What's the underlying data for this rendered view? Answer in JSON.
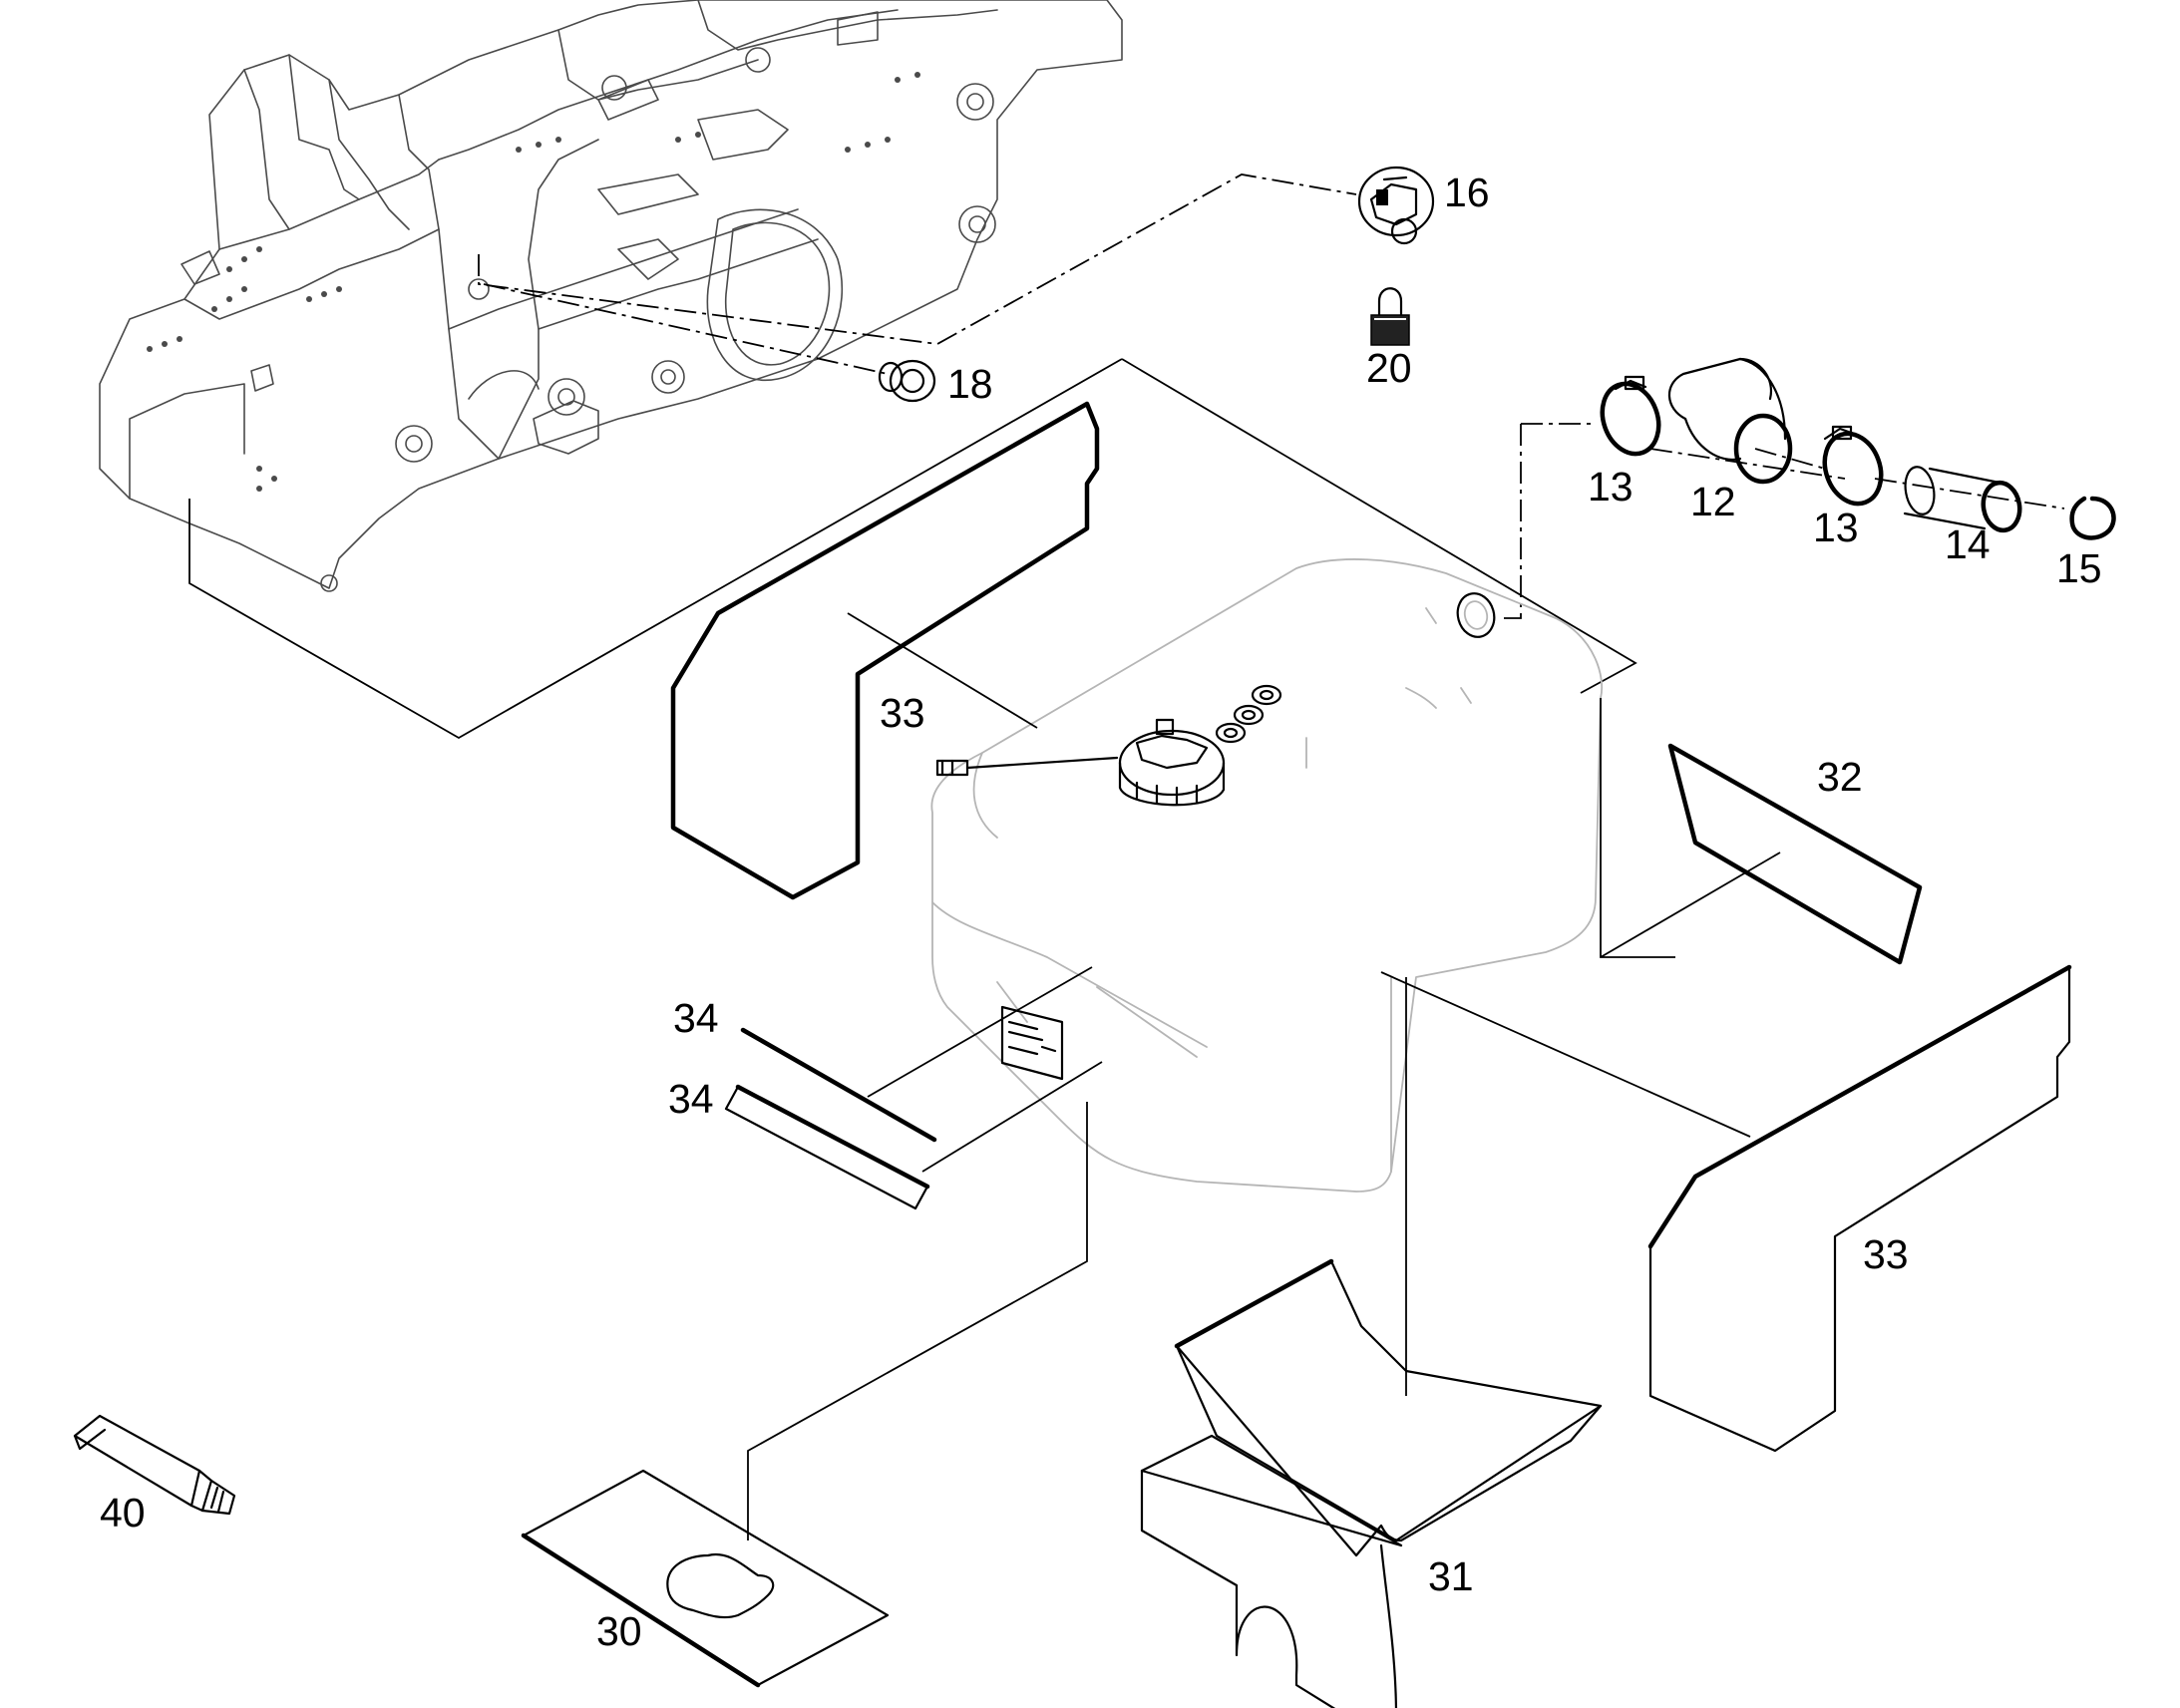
{
  "callouts": {
    "c12": "12",
    "c13a": "13",
    "c13b": "13",
    "c14": "14",
    "c15": "15",
    "c16": "16",
    "c18": "18",
    "c20": "20",
    "c30": "30",
    "c31": "31",
    "c32": "32",
    "c33a": "33",
    "c33b": "33",
    "c34a": "34",
    "c34b": "34",
    "c40": "40"
  },
  "colors": {
    "background": "#ffffff",
    "line": "#000000",
    "frame_line": "#4a4a4a",
    "tank_line": "#b5b5b5"
  }
}
